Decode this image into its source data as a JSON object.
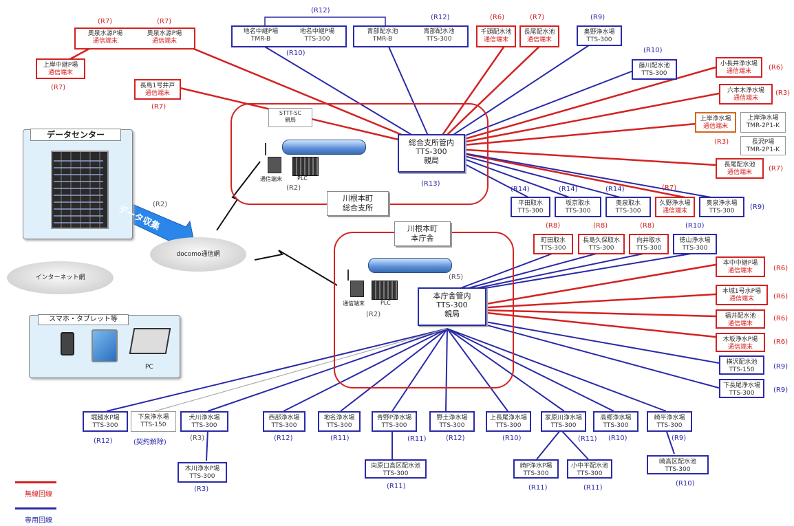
{
  "data_center": {
    "title": "データセンター"
  },
  "data_collection": "データ収集",
  "clouds": {
    "internet": "インターネット網",
    "docomo": "docomo通信網"
  },
  "devices": {
    "title": "スマホ・タブレット等",
    "pc_label": "PC"
  },
  "branch": {
    "area_label_1": "川根本町",
    "area_label_2": "総合支所",
    "main_line1": "総合支所管内",
    "main_line2": "TTS-300",
    "main_line3": "親局",
    "main_tag": "(R13)",
    "relay_line1": "STTT-SC",
    "relay_line2": "親局",
    "terminal_label": "通信端末",
    "plc_label": "PLC",
    "r2_tag": "(R2)"
  },
  "honcho": {
    "area_label_1": "川根本町",
    "area_label_2": "本庁舎",
    "main_line1": "本庁舎管内",
    "main_line2": "TTS-300",
    "main_line3": "親局",
    "main_tag": "(R5)",
    "terminal_label": "通信端末",
    "plc_label": "PLC",
    "r2_tag": "(R2)"
  },
  "cloud_r2_tag": "(R2)",
  "top_boxes": [
    {
      "a1": "奥泉水源P場",
      "a2": "通信端末",
      "b1": "奥泉水源P場",
      "b2": "通信端末",
      "tag": "(R7)",
      "tag2": "(R7)"
    },
    {
      "a1": "上岸中継P場",
      "a2": "通信端末",
      "tag": "(R7)"
    },
    {
      "a1": "長島1号井戸",
      "a2": "通信端末",
      "tag": "(R7)"
    },
    {
      "a1": "地名中継P場",
      "a2": "TMR-B",
      "b1": "地名中継P場",
      "b2": "TTS-300",
      "tag": "(R12)",
      "tag_bottom": "(R10)"
    },
    {
      "a1": "青部配水池",
      "a2": "TMR-B",
      "b1": "青部配水池",
      "b2": "TTS-300",
      "tag": "(R12)"
    },
    {
      "a1": "千頭配水池",
      "a2": "通信端末",
      "tag": "(R6)"
    },
    {
      "a1": "長尾配水池",
      "a2": "通信端末",
      "tag": "(R7)"
    },
    {
      "a1": "奥野浄水場",
      "a2": "TTS-300",
      "tag": "(R9)"
    },
    {
      "a1": "藤川配水池",
      "a2": "TTS-300",
      "tag": "(R10)"
    }
  ],
  "right_upper": [
    {
      "a1": "小長井浄水場",
      "a2": "通信端末",
      "tag": "(R6)"
    },
    {
      "a1": "六本木浄水場",
      "a2": "通信端末",
      "tag": "(R3)"
    },
    {
      "a1": "上岸浄水場",
      "a2": "通信端末",
      "b1": "上岸浄水場",
      "b2": "TMR-2P1-K",
      "tag": "(R3)"
    },
    {
      "a1": "長沢P場",
      "a2": "TMR-2P1-K"
    },
    {
      "a1": "長尾配水池",
      "a2": "通信端末",
      "tag": "(R7)"
    }
  ],
  "branch_bottom": [
    {
      "a1": "平田取水",
      "a2": "TTS-300",
      "tag": "(R14)"
    },
    {
      "a1": "坂京取水",
      "a2": "TTS-300",
      "tag": "(R14)"
    },
    {
      "a1": "奥泉取水",
      "a2": "TTS-300",
      "tag": "(R14)"
    },
    {
      "a1": "久野浄水場",
      "a2": "通信端末",
      "tag": "(R7)"
    },
    {
      "a1": "奥泉浄水場",
      "a2": "TTS-300",
      "tag": "(R9)"
    }
  ],
  "honcho_top": [
    {
      "a1": "町田取水",
      "a2": "TTS-300",
      "tag": "(R8)"
    },
    {
      "a1": "長島久保取水",
      "a2": "TTS-300",
      "tag": "(R8)"
    },
    {
      "a1": "向井取水",
      "a2": "TTS-300",
      "tag": "(R8)"
    },
    {
      "a1": "徳山浄水場",
      "a2": "TTS-300",
      "tag": "(R10)"
    }
  ],
  "honcho_right": [
    {
      "a1": "本中中継P場",
      "a2": "通信端末",
      "tag": "(R6)"
    },
    {
      "a1": "本城1号水P場",
      "a2": "通信端末",
      "tag": "(R6)"
    },
    {
      "a1": "福井配水池",
      "a2": "通信端末",
      "tag": "(R6)"
    },
    {
      "a1": "木坂浄水P場",
      "a2": "通信端末",
      "tag": "(R6)"
    },
    {
      "a1": "横沢配水池",
      "a2": "TTS-150",
      "tag": "(R9)"
    },
    {
      "a1": "下長尾浄水場",
      "a2": "TTS-300",
      "tag": "(R9)"
    }
  ],
  "bottom_row": [
    {
      "a1": "堀越水P場",
      "a2": "TTS-300",
      "tag": "(R12)"
    },
    {
      "a1": "下泉浄水場",
      "a2": "TTS-150",
      "tag": "(契約解除)"
    },
    {
      "a1": "犬川浄水場",
      "a2": "TTS-300",
      "tag": "(R3)"
    },
    {
      "a1": "西部浄水場",
      "a2": "TTS-300",
      "tag": "(R12)"
    },
    {
      "a1": "地名浄水場",
      "a2": "TTS-300",
      "tag": "(R11)"
    },
    {
      "a1": "青野P浄水場",
      "a2": "TTS-300",
      "tag": "(R11)"
    },
    {
      "a1": "野土浄水場",
      "a2": "TTS-300",
      "tag": "(R12)"
    },
    {
      "a1": "上長尾浄水場",
      "a2": "TTS-300",
      "tag": "(R10)"
    },
    {
      "a1": "家原川浄水場",
      "a2": "TTS-300",
      "tag": "(R11)"
    },
    {
      "a1": "高郷浄水場",
      "a2": "TTS-300",
      "tag": "(R10)"
    },
    {
      "a1": "崎平浄水場",
      "a2": "TTS-300",
      "tag": "(R9)"
    }
  ],
  "bottom_sub": [
    {
      "a1": "木川浄水P場",
      "a2": "TTS-300",
      "tag": "(R3)"
    },
    {
      "a1": "向原口高区配水池",
      "a2": "TTS-300",
      "tag": "(R11)"
    },
    {
      "a1": "崎P浄水P場",
      "a2": "TTS-300",
      "tag": "(R11)"
    },
    {
      "a1": "小中平配水池",
      "a2": "TTS-300",
      "tag": "(R11)"
    },
    {
      "a1": "崎高区配水池",
      "a2": "TTS-300",
      "tag": "(R10)"
    }
  ],
  "legend": {
    "wireless": "無線回線",
    "dedicated": "専用回線",
    "wireless_color": "#d42222",
    "dedicated_color": "#2a2aa8"
  }
}
